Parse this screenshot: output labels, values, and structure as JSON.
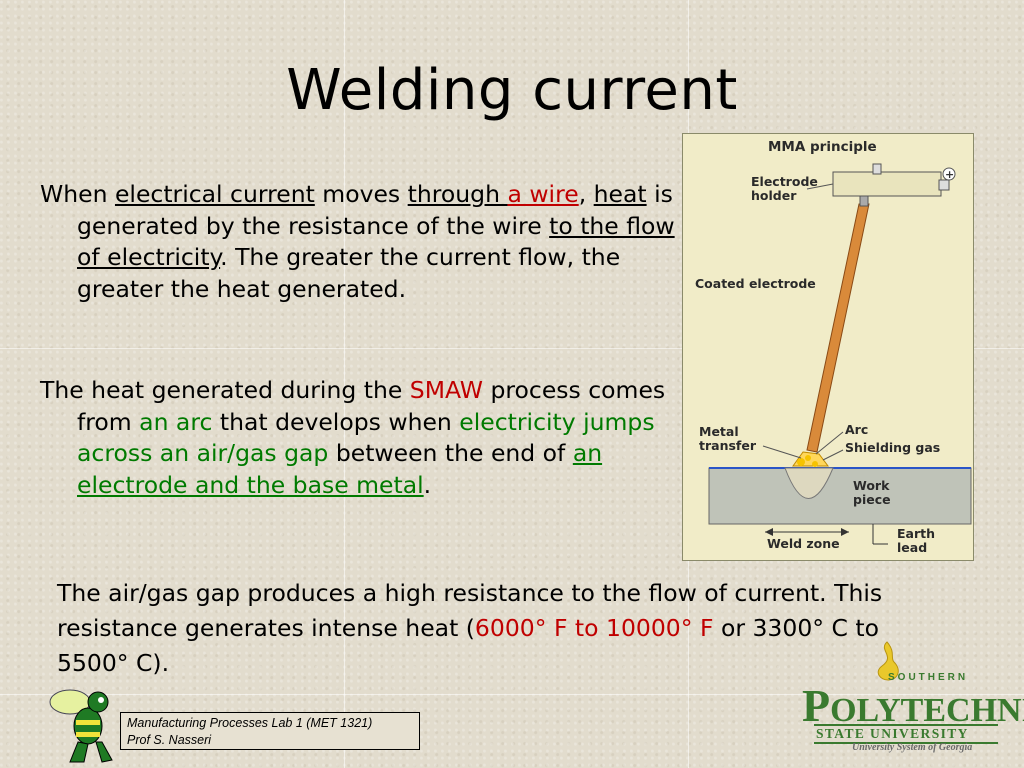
{
  "slide": {
    "title": "Welding current"
  },
  "paragraph1": {
    "t1": "When ",
    "l1": "electrical current",
    "t2": " moves ",
    "l2": "through ",
    "l3": "a wire",
    "t3": ", ",
    "l4": "heat",
    "t4": " is generated by the resistance of the wire ",
    "l5": "to the flow of electricity",
    "t5": ". The greater the current flow, the greater the heat generated."
  },
  "paragraph2": {
    "t1": "The heat generated during the ",
    "smaw": "SMAW",
    "t2": " process comes from ",
    "arc": "an arc",
    "t3": " that develops when ",
    "jump": "electricity jumps across an air/gas gap",
    "t4": " between the end of ",
    "l1": "an electrode and the base metal",
    "t5": "."
  },
  "bottom": {
    "t1": "The air/gas gap produces a high resistance to the flow of current. This resistance generates intense heat (",
    "temp_f": "6000° F to 10000° F",
    "t2": " or 3300° C to 5500° C)."
  },
  "diagram": {
    "title": "MMA principle",
    "electrode_holder_1": "Electrode",
    "electrode_holder_2": "holder",
    "coated_electrode": "Coated electrode",
    "metal_transfer_1": "Metal",
    "metal_transfer_2": "transfer",
    "arc": "Arc",
    "shielding_gas": "Shielding gas",
    "work_piece_1": "Work",
    "work_piece_2": "piece",
    "earth_lead_1": "Earth",
    "earth_lead_2": "lead",
    "weld_zone": "Weld zone",
    "plus": "+"
  },
  "footer": {
    "line1": "Manufacturing Processes Lab 1 (MET 1321)",
    "line2": "Prof S. Nasseri"
  },
  "logo": {
    "southern": "SOUTHERN",
    "poly_first": "P",
    "poly_rest": "OLYTECHNIC",
    "state": "STATE UNIVERSITY",
    "usg": "University System of Georgia"
  },
  "colors": {
    "red": "#c00000",
    "green": "#007a00",
    "logo_green": "#3a7a2f"
  }
}
